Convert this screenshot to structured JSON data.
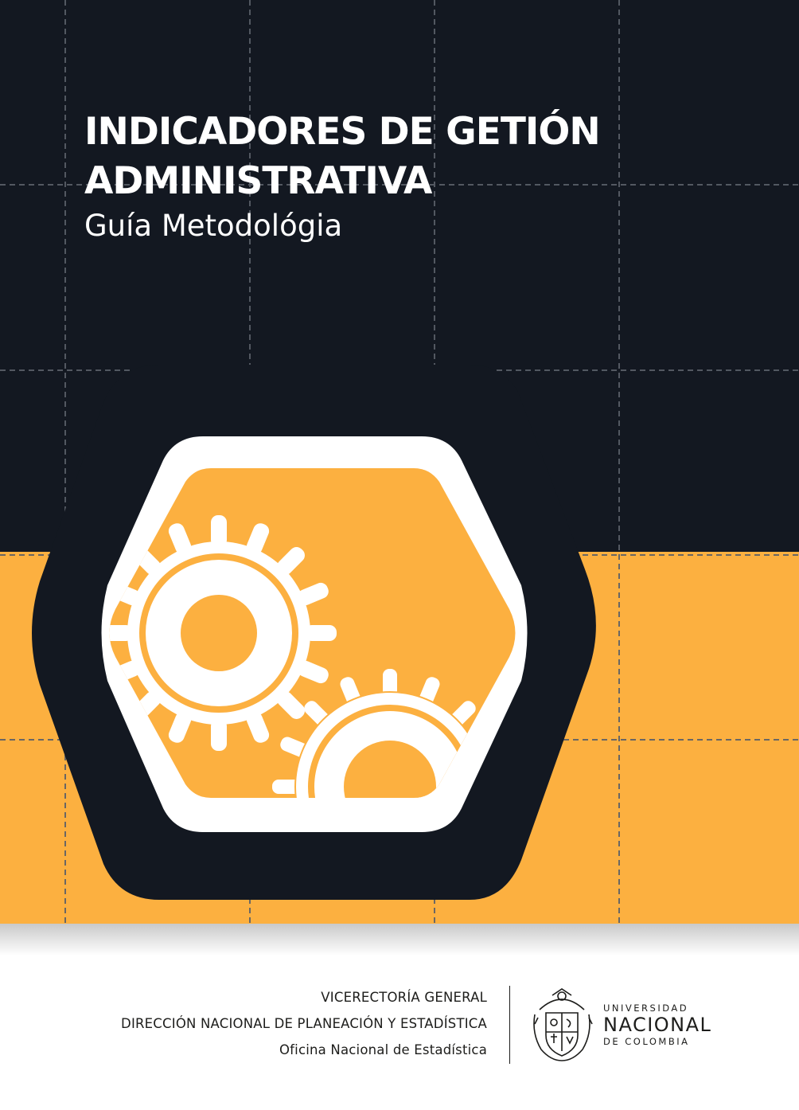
{
  "title": {
    "line1": "INDICADORES DE GETIÓN",
    "line2": "ADMINISTRATIVA",
    "subtitle": "Guía Metodológia"
  },
  "footer": {
    "org_lines": [
      "VICERECTORÍA GENERAL",
      "DIRECCIÓN NACIONAL DE PLANEACIÓN Y ESTADÍSTICA",
      "Oficina Nacional de Estadística"
    ],
    "university": {
      "line1": "UNIVERSIDAD",
      "line2": "NACIONAL",
      "line3": "DE COLOMBIA"
    }
  },
  "colors": {
    "background": "#131821",
    "accent": "#fcb040",
    "emblem_fill": "#ffffff",
    "text": "#1d1d1b"
  },
  "icons": [
    "gears-icon",
    "university-seal-icon"
  ]
}
